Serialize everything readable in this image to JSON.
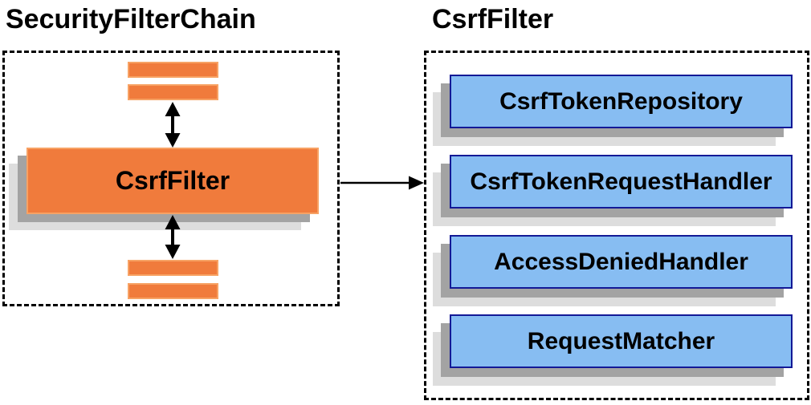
{
  "left_panel": {
    "title": "SecurityFilterChain",
    "csrf_filter_label": "CsrfFilter",
    "placeholder_bars": 4
  },
  "right_panel": {
    "title": "CsrfFilter",
    "components": [
      {
        "label": "CsrfTokenRepository"
      },
      {
        "label": "CsrfTokenRequestHandler"
      },
      {
        "label": "AccessDeniedHandler"
      },
      {
        "label": "RequestMatcher"
      }
    ]
  },
  "connectors": {
    "bars_to_csrf_filter": "bidirectional-vertical-arrow",
    "csrf_filter_to_bars": "bidirectional-vertical-arrow",
    "csrf_filter_to_panel": "right-arrow"
  },
  "colors": {
    "orange_fill": "#F07B3C",
    "orange_border": "#F7A264",
    "blue_fill": "#87BDF2",
    "blue_border": "#131996",
    "shadow_gray": "#A3A3A3",
    "shadow_light": "#DDDDDD",
    "arrow_black": "#000000",
    "text_black": "#000000",
    "page_bg": "#FFFFFF"
  }
}
